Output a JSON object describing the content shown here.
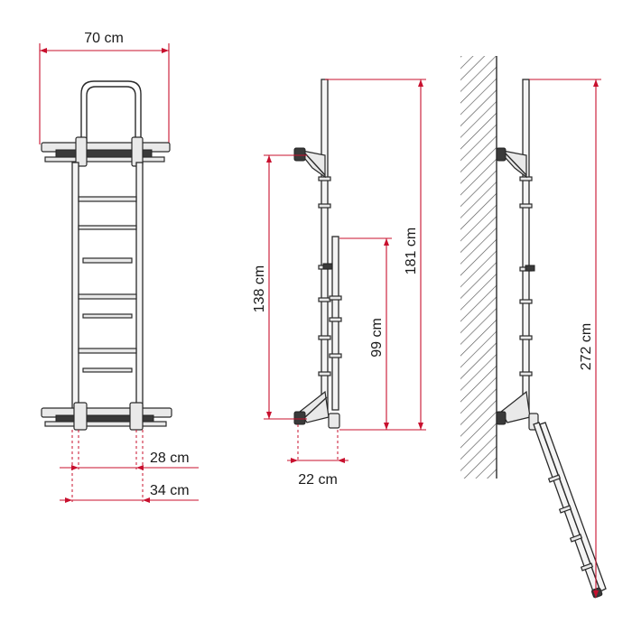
{
  "dimensions": {
    "width_top": "70 cm",
    "width_mid": "28 cm",
    "width_bottom": "34 cm",
    "height_mount": "138 cm",
    "height_total": "181 cm",
    "height_lower": "99 cm",
    "depth": "22 cm",
    "height_extended": "272 cm"
  },
  "colors": {
    "dimension_line": "#c8102e",
    "drawing_ink": "#2a2a2a"
  },
  "icons": [
    "ladder-front-view",
    "ladder-side-view",
    "ladder-wall-mounted-view",
    "wall-hatching"
  ]
}
